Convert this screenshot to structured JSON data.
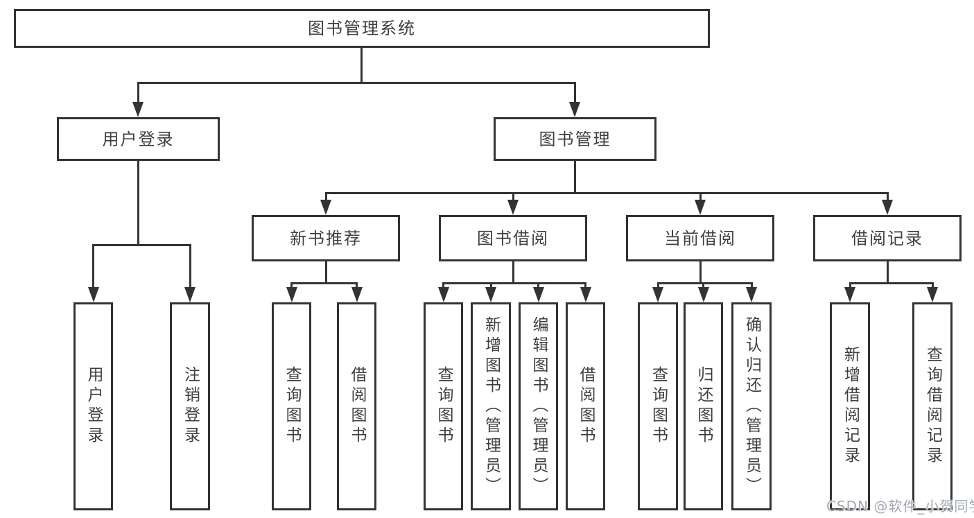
{
  "colors": {
    "line": "#333333",
    "text": "#3f3f3f",
    "watermark": "#a2a8b0",
    "bg": "#ffffff"
  },
  "watermark": {
    "text": "CSDN @软件_小贺同学"
  },
  "tree": {
    "root": {
      "label": "图书管理系统",
      "children": [
        {
          "label": "用户登录",
          "children": [
            {
              "label": "用户登录"
            },
            {
              "label": "注销登录"
            }
          ]
        },
        {
          "label": "图书管理",
          "children": [
            {
              "label": "新书推荐",
              "children": [
                {
                  "label": "查询图书"
                },
                {
                  "label": "借阅图书"
                }
              ]
            },
            {
              "label": "图书借阅",
              "children": [
                {
                  "label": "查询图书"
                },
                {
                  "label": "新增图书（管理员）"
                },
                {
                  "label": "编辑图书（管理员）"
                },
                {
                  "label": "借阅图书"
                }
              ]
            },
            {
              "label": "当前借阅",
              "children": [
                {
                  "label": "查询图书"
                },
                {
                  "label": "归还图书"
                },
                {
                  "label": "确认归还（管理员）"
                }
              ]
            },
            {
              "label": "借阅记录",
              "children": [
                {
                  "label": "新增借阅记录"
                },
                {
                  "label": "查询借阅记录"
                }
              ]
            }
          ]
        }
      ]
    }
  }
}
